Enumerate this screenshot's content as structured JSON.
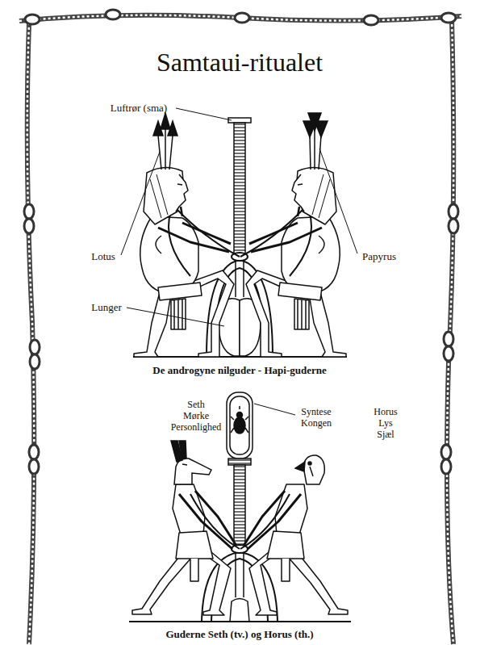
{
  "diagram": {
    "title": "Samtaui-ritualet",
    "labels": [
      "Luftrør (sma)",
      "Lotus",
      "Papyrus",
      "Lunger",
      "De androgyne nilguder - Hapi-guderne",
      "Seth Mørke Personlighed",
      "Syntese Kongen",
      "Horus Lys Sjæl",
      "Guderne Seth (tv.) og Horus (th.)"
    ]
  }
}
